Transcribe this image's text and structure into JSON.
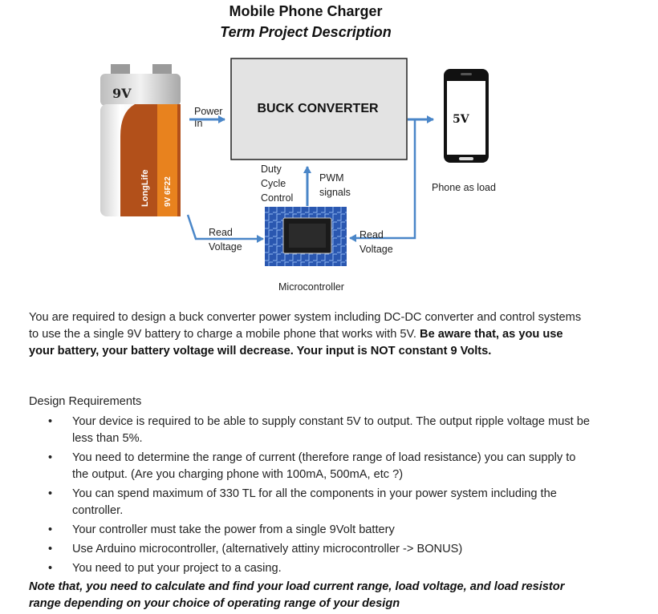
{
  "header": {
    "title": "Mobile Phone Charger",
    "subtitle": "Term Project Description"
  },
  "diagram": {
    "battery": {
      "voltage": "9V",
      "brand": "LongLife",
      "model": "9V 6F22"
    },
    "power_in": [
      "Power",
      "In"
    ],
    "buck_converter": "BUCK CONVERTER",
    "phone": {
      "screen_text": "5V",
      "caption": "Phone as load"
    },
    "duty_cycle": [
      "Duty",
      "Cycle",
      "Control"
    ],
    "pwm": [
      "PWM",
      "signals"
    ],
    "read_voltage_left": [
      "Read",
      "Voltage"
    ],
    "read_voltage_right": [
      "Read",
      "Voltage"
    ],
    "microcontroller": "Microcontroller",
    "colors": {
      "arrow": "#4a86c8",
      "box_fill": "#e3e3e3",
      "battery_orange": "#e8821e",
      "battery_brown": "#b2501a",
      "chip_board": "#2a57b0"
    }
  },
  "intro": {
    "normal": "You are required to design a buck converter power system including DC-DC converter and control systems to use the a single 9V battery to charge a mobile phone that works with 5V.",
    "bold": "Be aware that, as you use your battery, your battery voltage will decrease. Your input is NOT constant 9 Volts."
  },
  "requirements": {
    "heading": "Design Requirements",
    "bullet": "•",
    "items": [
      "Your device is required to be able to supply constant 5V to output. The output ripple voltage must be less than 5%.",
      "You need to determine the range of current (therefore range of load resistance) you can supply to the output. (Are you charging phone with 100mA, 500mA, etc ?)",
      "You can spend maximum of 330 TL for all the components in your power system including the controller.",
      "Your controller must take the power from a single 9Volt battery",
      "Use Arduino microcontroller, (alternatively attiny microcontroller -> BONUS)",
      "You need to put your project to a casing."
    ]
  },
  "note": "Note that, you need to calculate and find your load current range, load voltage, and load resistor range depending on your choice of operating range of your design"
}
